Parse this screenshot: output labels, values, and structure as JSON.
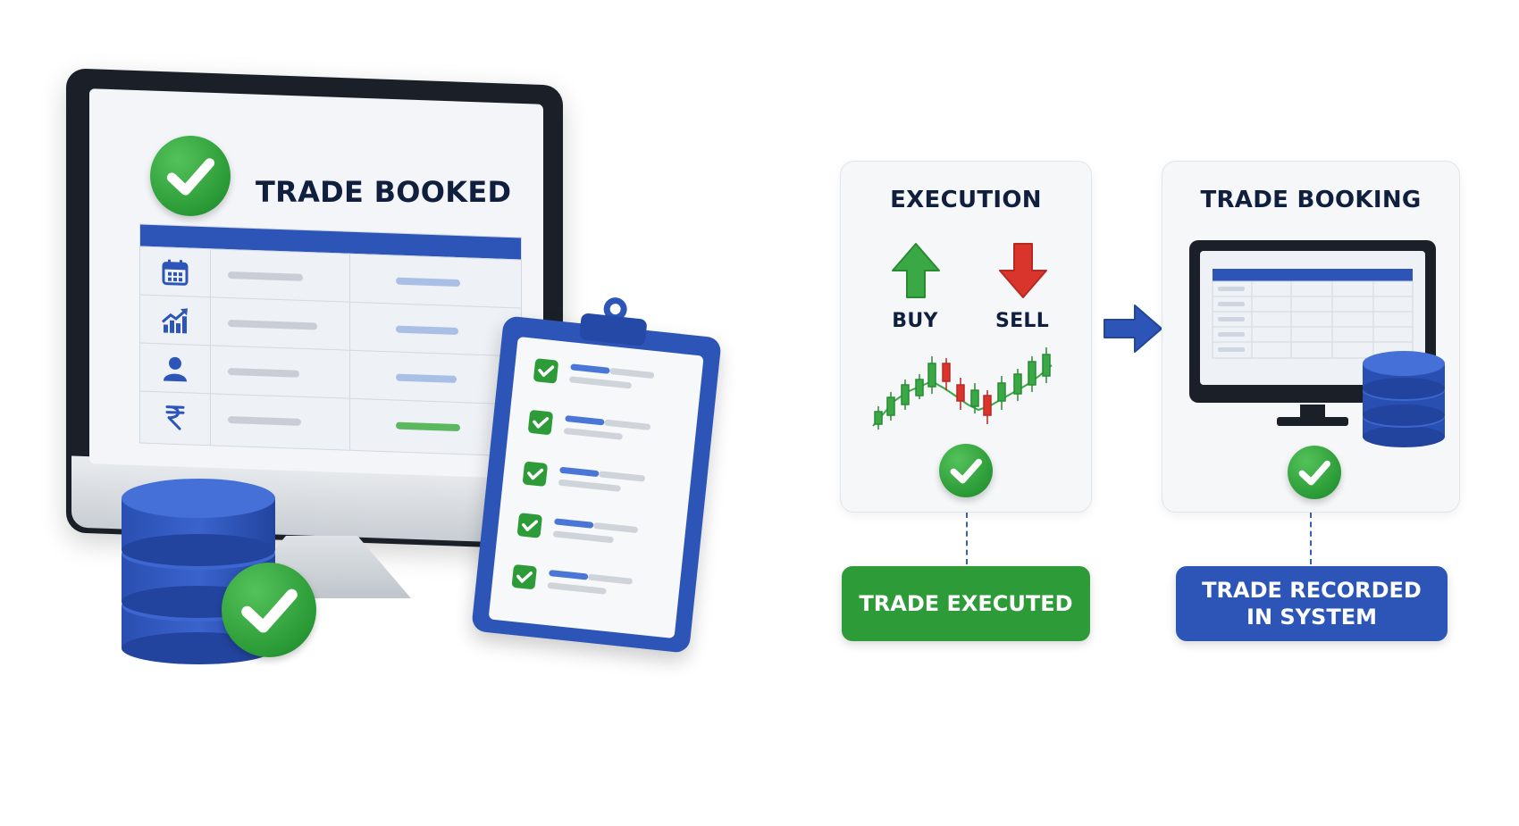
{
  "monitor": {
    "title": "TRADE BOOKED",
    "row_icons": [
      "calendar-icon",
      "growth-chart-icon",
      "user-icon",
      "rupee-icon"
    ]
  },
  "stages": [
    {
      "title": "EXECUTION",
      "buy_label": "BUY",
      "sell_label": "SELL",
      "status_label": "TRADE EXECUTED",
      "status_color": "#2e9b39"
    },
    {
      "title": "TRADE BOOKING",
      "status_label": "TRADE RECORDED\nIN SYSTEM",
      "status_color": "#2d55b8"
    }
  ],
  "colors": {
    "accent_blue": "#2d55b8",
    "success_green": "#2e9b39",
    "sell_red": "#d9352c",
    "heading_navy": "#0f1f3d"
  }
}
